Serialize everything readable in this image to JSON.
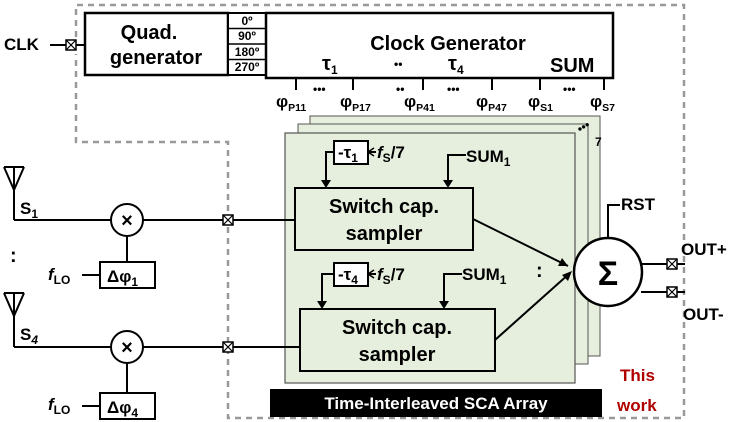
{
  "inputs": {
    "clk": "CLK",
    "antenna1": "S",
    "antenna1_sub": "1",
    "antenna4": "S",
    "antenna4_sub": "4",
    "ellipsis": ":"
  },
  "quad_generator": {
    "line1": "Quad.",
    "line2": "generator",
    "phases": [
      "0º",
      "90º",
      "180º",
      "270º"
    ]
  },
  "clock_generator": {
    "title": "Clock Generator",
    "tau1": "τ",
    "tau1_sub": "1",
    "tau4": "τ",
    "tau4_sub": "4",
    "sum": "SUM",
    "dots": "••",
    "outputs": [
      {
        "base": "φ",
        "sub": "P11"
      },
      {
        "base": "φ",
        "sub": "P17"
      },
      {
        "base": "φ",
        "sub": "P41"
      },
      {
        "base": "φ",
        "sub": "P47"
      },
      {
        "base": "φ",
        "sub": "S1"
      },
      {
        "base": "φ",
        "sub": "S7"
      }
    ],
    "ellipsis": "•••"
  },
  "lo_path": {
    "mixer_symbol": "×",
    "flo_f": "f",
    "flo_sub": "LO",
    "phase_shift_1": "Δφ",
    "phase_shift_1_sub": "1",
    "phase_shift_4": "Δφ",
    "phase_shift_4_sub": "4"
  },
  "sca_array": {
    "stack_dots": "•••",
    "stack_count": "7",
    "tau1_box": "-τ",
    "tau1_box_sub": "1",
    "tau4_box": "-τ",
    "tau4_box_sub": "4",
    "fs_f": "f",
    "fs_sub": "S",
    "fs_div": "/7",
    "sum1": "SUM",
    "sum1_sub": "1",
    "sampler_line1": "Switch cap.",
    "sampler_line2": "sampler",
    "mid_ellipsis": ":",
    "banner": "Time-Interleaved SCA Array"
  },
  "summer": {
    "symbol": "Σ",
    "rst": "RST"
  },
  "outputs": {
    "out_plus": "OUT+",
    "out_minus": "OUT-"
  },
  "this_work": {
    "line1": "This",
    "line2": "work",
    "color": "#b00000"
  },
  "colors": {
    "sca_fill": "#e6efdd",
    "dashed_border": "#999999",
    "banner_bg": "#000000",
    "banner_text": "#ffffff"
  }
}
